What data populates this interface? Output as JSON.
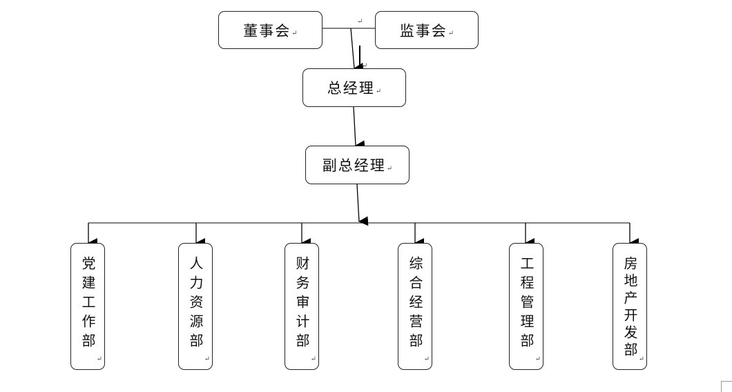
{
  "diagram": {
    "paragraph_mark": "↵",
    "nodes": {
      "board": {
        "label": "董事会"
      },
      "supervisors": {
        "label": "监事会"
      },
      "general_manager": {
        "label": "总经理"
      },
      "deputy_manager": {
        "label": "副总经理"
      },
      "departments": [
        {
          "id": "party",
          "label": "党建工作部"
        },
        {
          "id": "hr",
          "label": "人力资源部"
        },
        {
          "id": "finance",
          "label": "财务审计部"
        },
        {
          "id": "operations",
          "label": "综合经营部"
        },
        {
          "id": "engineering",
          "label": "工程管理部"
        },
        {
          "id": "realestate",
          "label": "房地产开发部"
        }
      ]
    },
    "edges": [
      {
        "from": "board",
        "to": "supervisors",
        "type": "line"
      },
      {
        "from": "board",
        "to": "general_manager",
        "type": "arrow"
      },
      {
        "from": "general_manager",
        "to": "deputy_manager",
        "type": "arrow"
      },
      {
        "from": "deputy_manager",
        "to": "departments",
        "type": "arrow"
      },
      {
        "from": "departments-bus",
        "to": "party",
        "type": "arrow"
      },
      {
        "from": "departments-bus",
        "to": "hr",
        "type": "arrow"
      },
      {
        "from": "departments-bus",
        "to": "finance",
        "type": "arrow"
      },
      {
        "from": "departments-bus",
        "to": "operations",
        "type": "arrow"
      },
      {
        "from": "departments-bus",
        "to": "engineering",
        "type": "arrow"
      },
      {
        "from": "departments-bus",
        "to": "realestate",
        "type": "arrow"
      }
    ]
  }
}
